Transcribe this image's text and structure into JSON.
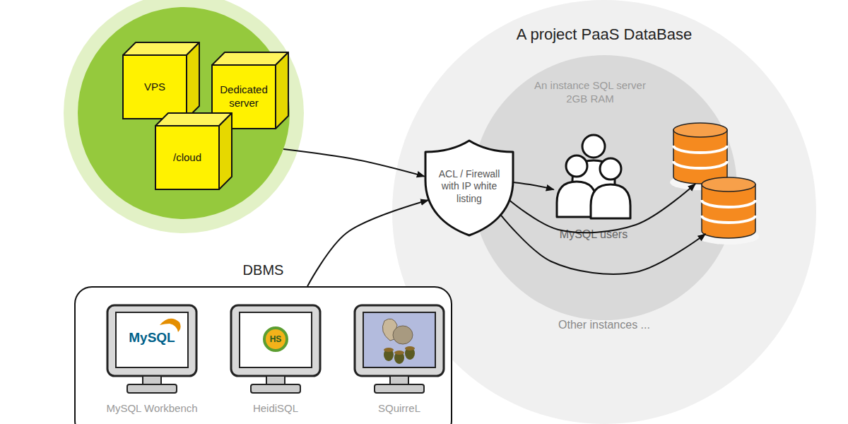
{
  "diagram": {
    "nodes": [
      {
        "text": []
      },
      {
        "text": [
          "VPS"
        ],
        "in": 0
      },
      {
        "text": [
          "Dedicated server"
        ],
        "in": 0
      },
      {
        "text": [
          "/cloud"
        ],
        "in": 0
      },
      {
        "text": [
          "A project PaaS DataBase",
          "Other instances ..."
        ]
      },
      {
        "text": [
          "An instance SQL server 2GB RAM"
        ],
        "in": 4
      },
      {
        "text": [
          "ACL / Firewall with IP white listing"
        ],
        "in": 5
      },
      {
        "text": [
          "MySQL users"
        ],
        "in": 5
      },
      {
        "text": [],
        "in": 5
      },
      {
        "text": [],
        "in": 5
      },
      {
        "text": [
          "DBMS"
        ]
      },
      {
        "text": [
          "MySQL",
          "MySQL Workbench"
        ],
        "in": 10
      },
      {
        "text": [
          "HS",
          "HeidiSQL"
        ],
        "in": 10
      },
      {
        "text": [
          "SQuirreL"
        ],
        "in": 10
      }
    ],
    "edges": [
      {
        "from": 0,
        "to": 6,
        "arrow": "to"
      },
      {
        "from": 10,
        "to": 6,
        "arrow": "to"
      },
      {
        "from": 6,
        "to": 7,
        "arrow": "to"
      },
      {
        "from": 6,
        "to": 8,
        "arrow": "to"
      },
      {
        "from": 6,
        "to": 9,
        "arrow": "to"
      }
    ]
  }
}
